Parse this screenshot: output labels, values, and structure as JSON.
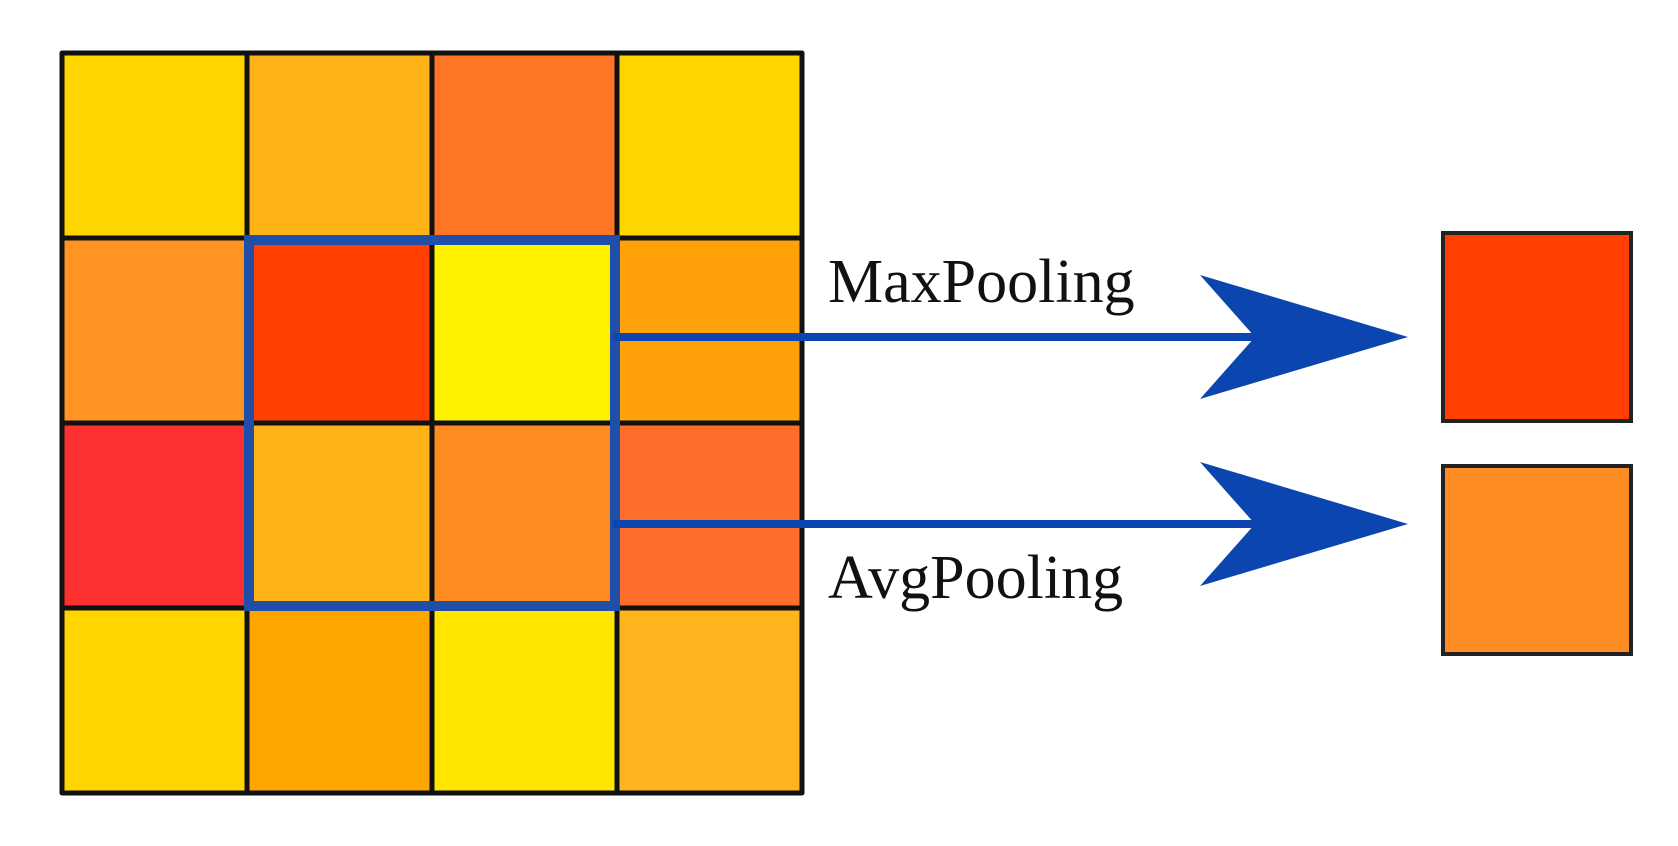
{
  "input_grid": {
    "rows": 4,
    "cols": 4,
    "cell_colors": [
      [
        "#FFD500",
        "#FFB317",
        "#FF7526",
        "#FFD500"
      ],
      [
        "#FF9422",
        "#FF4000",
        "#FFF200",
        "#FFA108"
      ],
      [
        "#FF3030",
        "#FFB317",
        "#FF8C22",
        "#FF6D2A"
      ],
      [
        "#FFD500",
        "#FFA500",
        "#FFE500",
        "#FFB31C"
      ]
    ]
  },
  "pooling_window": {
    "row_start": 1,
    "col_start": 1,
    "size": 2,
    "color": "#1F4FA8"
  },
  "operations": [
    {
      "label": "MaxPooling",
      "result_color": "#FF4000",
      "arrow_color": "#0A45B0"
    },
    {
      "label": "AvgPooling",
      "result_color": "#FF8C22",
      "arrow_color": "#0A45B0"
    }
  ]
}
